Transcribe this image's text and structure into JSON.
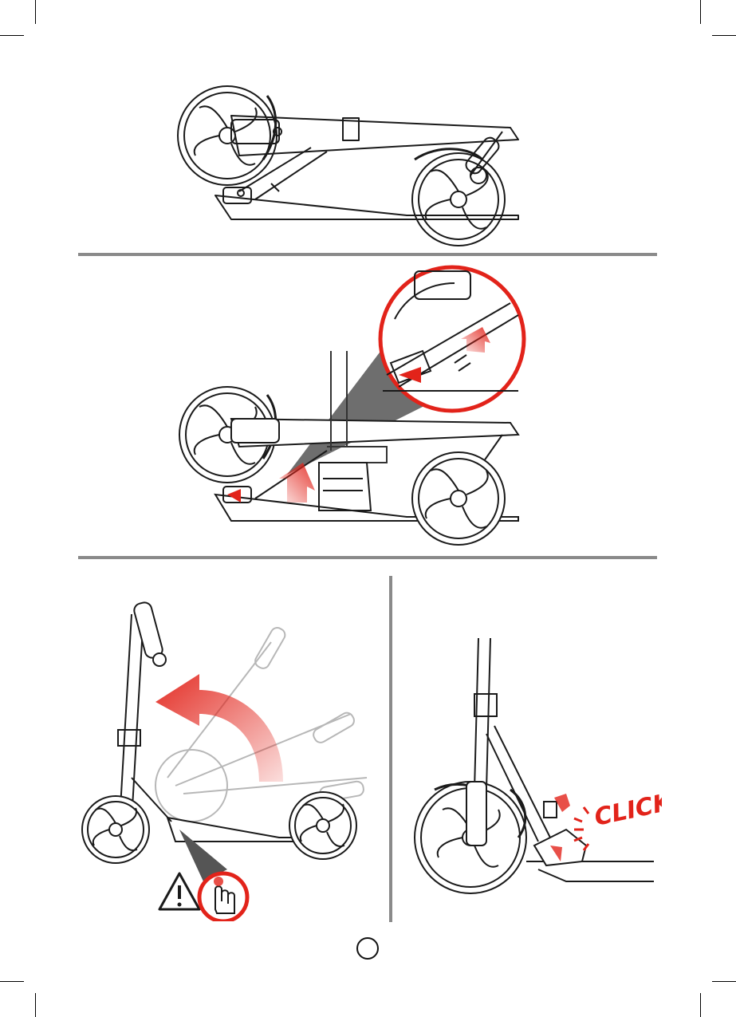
{
  "page": {
    "page_number": "",
    "steps": [
      {
        "id": "step-1",
        "description_visible": false
      },
      {
        "id": "step-2",
        "description_visible": false
      },
      {
        "id": "step-3",
        "description_visible": false
      },
      {
        "id": "step-4",
        "description_visible": false
      }
    ],
    "click_label": "CLICK",
    "icons": [
      "warning-icon",
      "hand-press-icon",
      "arrow-up-icon",
      "rotate-arrow-icon",
      "magnify-callout-icon"
    ],
    "colors": {
      "accent": "#e2231a",
      "line": "#1a1a1a",
      "divider": "#8a8a8a"
    }
  }
}
